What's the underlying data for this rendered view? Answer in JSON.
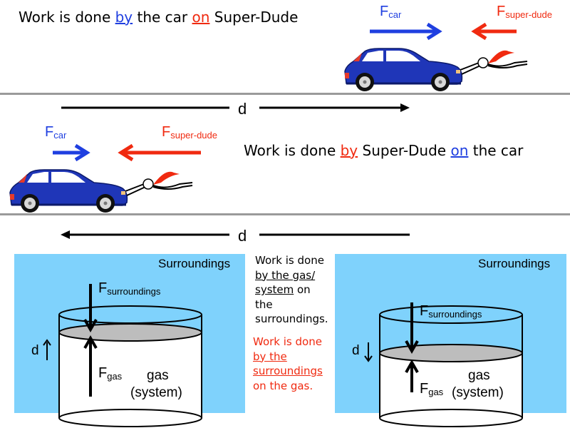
{
  "scene_top": {
    "headline": {
      "prefix": "Work is done ",
      "by": "by",
      "mid": " the car ",
      "on": "on",
      "suffix": " Super-Dude"
    },
    "force_car": {
      "symbol": "F",
      "subscript": "car",
      "direction": "right"
    },
    "force_superdude": {
      "symbol": "F",
      "subscript": "super-dude",
      "direction": "left"
    },
    "displacement": {
      "label": "d",
      "direction": "right"
    }
  },
  "scene_middle": {
    "headline": {
      "prefix": "Work is done ",
      "by": "by",
      "mid": " Super-Dude ",
      "on": "on",
      "suffix": " the car"
    },
    "force_car": {
      "symbol": "F",
      "subscript": "car",
      "direction": "right"
    },
    "force_superdude": {
      "symbol": "F",
      "subscript": "super-dude",
      "direction": "left"
    },
    "displacement": {
      "label": "d",
      "direction": "left"
    }
  },
  "piston_left": {
    "surroundings_label": "Surroundings",
    "force_surroundings": {
      "symbol": "F",
      "subscript": "surroundings"
    },
    "force_gas": {
      "symbol": "F",
      "subscript": "gas"
    },
    "gas_label": "gas",
    "system_label": "(system)",
    "displacement": {
      "label": "d",
      "direction": "up"
    }
  },
  "piston_right": {
    "surroundings_label": "Surroundings",
    "force_surroundings": {
      "symbol": "F",
      "subscript": "surroundings"
    },
    "force_gas": {
      "symbol": "F",
      "subscript": "gas"
    },
    "gas_label": "gas",
    "system_label": "(system)",
    "displacement": {
      "label": "d",
      "direction": "down"
    }
  },
  "middle_notes": {
    "note1": {
      "line1": "Work is done",
      "line2_u": "by the gas/",
      "line3_u": "system",
      "line3_rest": " on",
      "line4": "the",
      "line5": "surroundings."
    },
    "note2": {
      "line1": "Work is done",
      "line2_u": "by the",
      "line3_u": "surroundings",
      "line4": "on the gas."
    }
  },
  "colors": {
    "car_force": "#1f3fe0",
    "superdude_force": "#f02a10",
    "surroundings_bg": "#7fd2fc",
    "piston_gray": "#bdbdbd",
    "ground": "#9a9a9a"
  }
}
